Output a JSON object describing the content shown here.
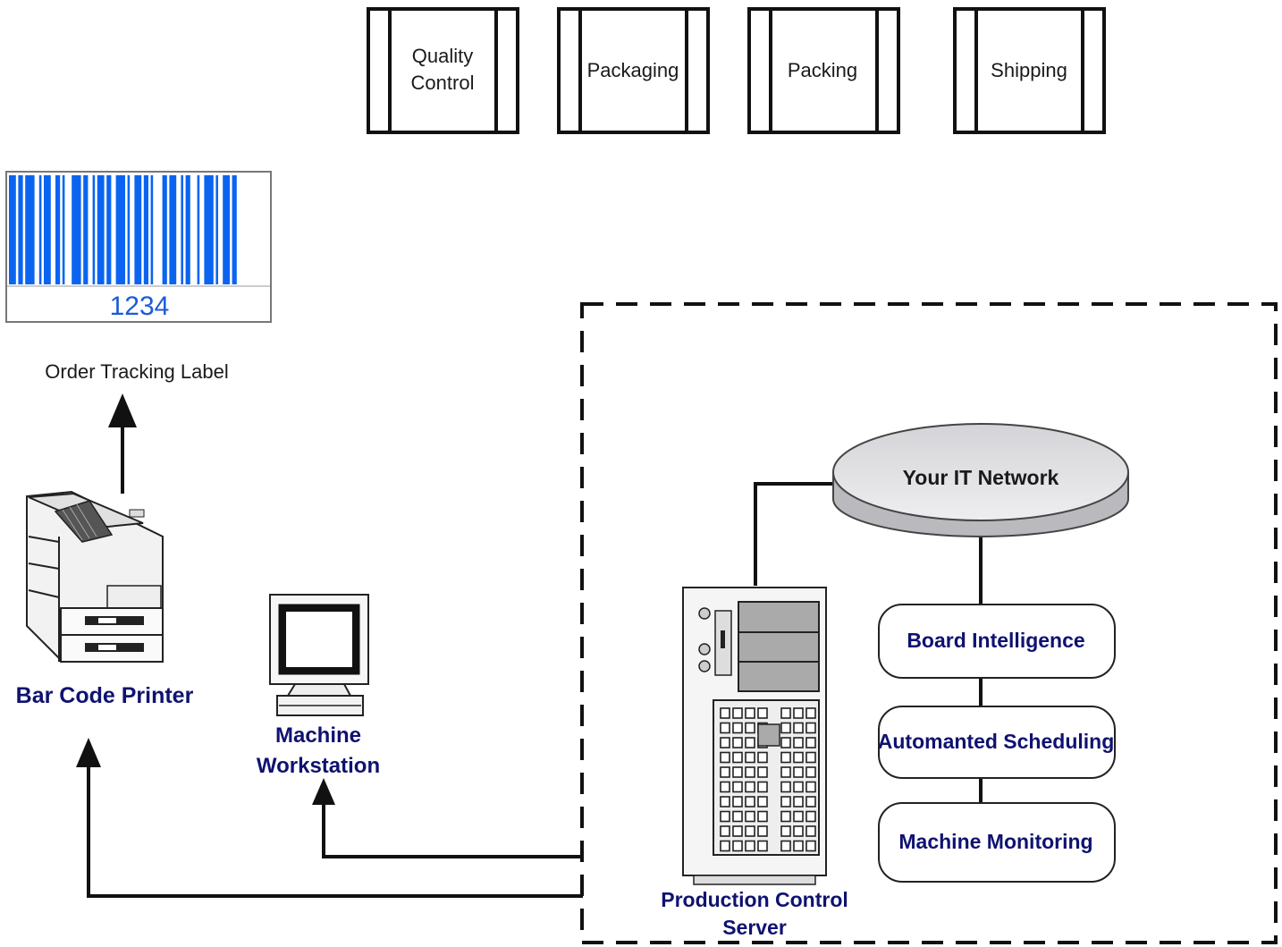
{
  "process_steps": [
    {
      "line1": "Quality",
      "line2": "Control"
    },
    {
      "line1": "Packaging"
    },
    {
      "line1": "Packing"
    },
    {
      "line1": "Shipping"
    }
  ],
  "barcode": {
    "number": "1234",
    "bar_color": "#0a64f0"
  },
  "labels": {
    "order_tracking": "Order Tracking Label",
    "bar_code_printer": "Bar Code Printer",
    "machine_workstation_line1": "Machine",
    "machine_workstation_line2": "Workstation",
    "production_server_line1": "Production Control",
    "production_server_line2": "Server",
    "it_network": "Your IT Network"
  },
  "modules": [
    {
      "label": "Board Intelligence"
    },
    {
      "label": "Automanted Scheduling"
    },
    {
      "label": "Machine Monitoring"
    }
  ],
  "colors": {
    "navy_text": "#0f1270",
    "line": "#111111"
  }
}
